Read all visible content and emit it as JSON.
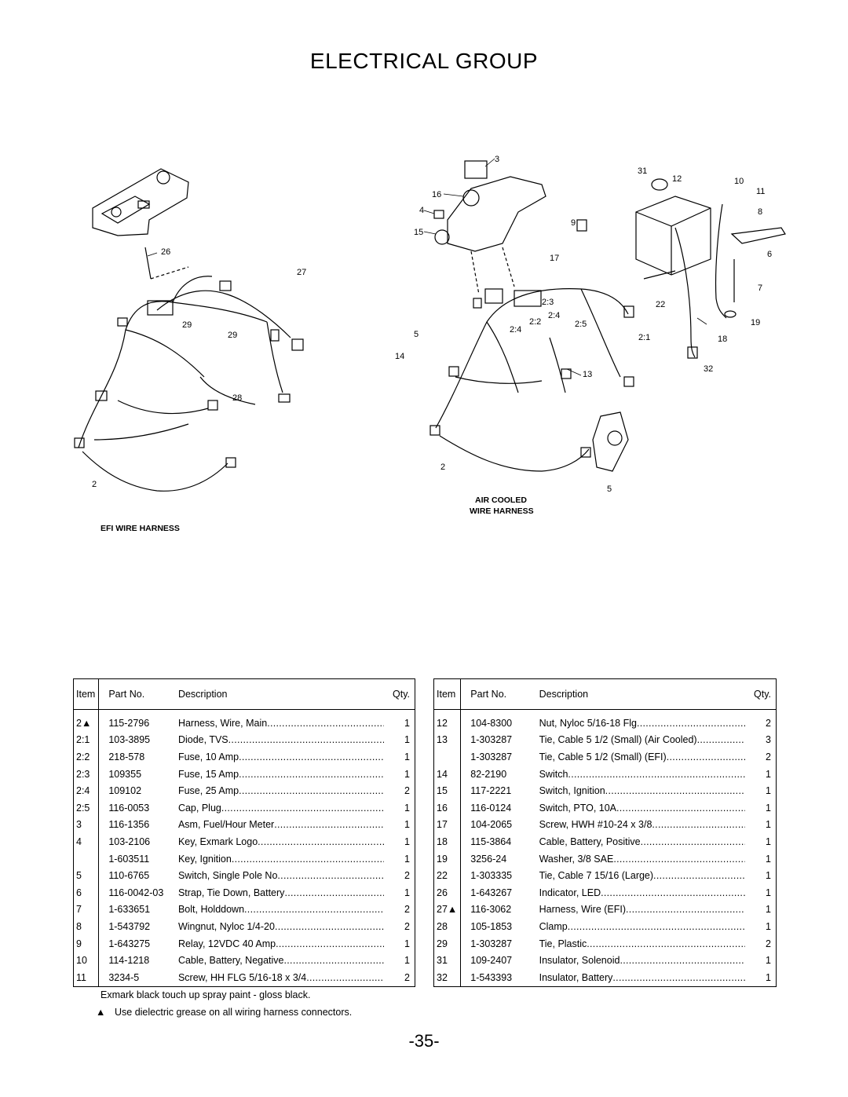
{
  "title": "ELECTRICAL GROUP",
  "diagram": {
    "captions": {
      "efi": "EFI WIRE HARNESS",
      "air1": "AIR COOLED",
      "air2": "WIRE HARNESS"
    },
    "callouts_left": [
      "26",
      "27",
      "29",
      "29",
      "28",
      "2"
    ],
    "callouts_right": [
      "3",
      "16",
      "4",
      "15",
      "9",
      "17",
      "31",
      "12",
      "10",
      "11",
      "8",
      "6",
      "7",
      "22",
      "19",
      "18",
      "32",
      "2:3",
      "2:2",
      "2:4",
      "2:4",
      "2:5",
      "2:1",
      "5",
      "14",
      "13",
      "2",
      "5"
    ]
  },
  "table_headers": {
    "item": "Item",
    "part": "Part No.",
    "desc": "Description",
    "qty": "Qty."
  },
  "left_rows": [
    {
      "item": "2▲",
      "part": "115-2796",
      "desc": "Harness, Wire, Main",
      "qty": "1"
    },
    {
      "item": "2:1",
      "part": "103-3895",
      "desc": "Diode, TVS",
      "qty": "1"
    },
    {
      "item": "2:2",
      "part": "218-578",
      "desc": "Fuse, 10 Amp",
      "qty": "1"
    },
    {
      "item": "2:3",
      "part": "109355",
      "desc": "Fuse, 15 Amp",
      "qty": "1"
    },
    {
      "item": "2:4",
      "part": "109102",
      "desc": "Fuse, 25 Amp",
      "qty": "2"
    },
    {
      "item": "2:5",
      "part": "116-0053",
      "desc": "Cap, Plug",
      "qty": "1"
    },
    {
      "item": "3",
      "part": "116-1356",
      "desc": "Asm, Fuel/Hour Meter",
      "qty": "1"
    },
    {
      "item": "4",
      "part": "103-2106",
      "desc": "Key, Exmark Logo",
      "qty": "1"
    },
    {
      "item": "",
      "part": "1-603511",
      "desc": "Key, Ignition",
      "qty": "1"
    },
    {
      "item": "5",
      "part": "110-6765",
      "desc": "Switch, Single Pole No",
      "qty": "2"
    },
    {
      "item": "6",
      "part": "116-0042-03",
      "desc": "Strap, Tie Down, Battery",
      "qty": "1"
    },
    {
      "item": "7",
      "part": "1-633651",
      "desc": "Bolt, Holddown",
      "qty": "2"
    },
    {
      "item": "8",
      "part": "1-543792",
      "desc": "Wingnut, Nyloc 1/4-20",
      "qty": "2"
    },
    {
      "item": "9",
      "part": "1-643275",
      "desc": "Relay, 12VDC 40 Amp",
      "qty": "1"
    },
    {
      "item": "10",
      "part": "114-1218",
      "desc": "Cable, Battery, Negative",
      "qty": "1"
    },
    {
      "item": "11",
      "part": "3234-5",
      "desc": "Screw, HH FLG 5/16-18 x 3/4",
      "qty": "2"
    }
  ],
  "right_rows": [
    {
      "item": "12",
      "part": "104-8300",
      "desc": "Nut, Nyloc 5/16-18 Flg",
      "qty": "2"
    },
    {
      "item": "13",
      "part": "1-303287",
      "desc": "Tie, Cable 5 1/2 (Small) (Air Cooled)",
      "qty": "3"
    },
    {
      "item": "",
      "part": "1-303287",
      "desc": "Tie, Cable 5 1/2 (Small) (EFI)",
      "qty": "2"
    },
    {
      "item": "14",
      "part": "82-2190",
      "desc": "Switch",
      "qty": "1"
    },
    {
      "item": "15",
      "part": "117-2221",
      "desc": "Switch, Ignition",
      "qty": "1"
    },
    {
      "item": "16",
      "part": "116-0124",
      "desc": "Switch, PTO, 10A",
      "qty": "1"
    },
    {
      "item": "17",
      "part": "104-2065",
      "desc": "Screw, HWH #10-24 x 3/8",
      "qty": "1"
    },
    {
      "item": "18",
      "part": "115-3864",
      "desc": "Cable, Battery, Positive",
      "qty": "1"
    },
    {
      "item": "19",
      "part": "3256-24",
      "desc": "Washer, 3/8 SAE",
      "qty": "1"
    },
    {
      "item": "22",
      "part": "1-303335",
      "desc": "Tie, Cable 7 15/16 (Large)",
      "qty": "1"
    },
    {
      "item": "26",
      "part": "1-643267",
      "desc": "Indicator, LED",
      "qty": "1"
    },
    {
      "item": "27▲",
      "part": "116-3062",
      "desc": "Harness, Wire (EFI)",
      "qty": "1"
    },
    {
      "item": "28",
      "part": "105-1853",
      "desc": "Clamp",
      "qty": "1"
    },
    {
      "item": "29",
      "part": "1-303287",
      "desc": "Tie, Plastic",
      "qty": "2"
    },
    {
      "item": "31",
      "part": "109-2407",
      "desc": "Insulator, Solenoid",
      "qty": "1"
    },
    {
      "item": "32",
      "part": "1-543393",
      "desc": "Insulator, Battery",
      "qty": "1"
    }
  ],
  "notes": {
    "paint": "Exmark black touch up spray paint - gloss black.",
    "grease_symbol": "▲",
    "grease": "Use dielectric grease on all wiring harness connectors."
  },
  "page_number": "-35-"
}
